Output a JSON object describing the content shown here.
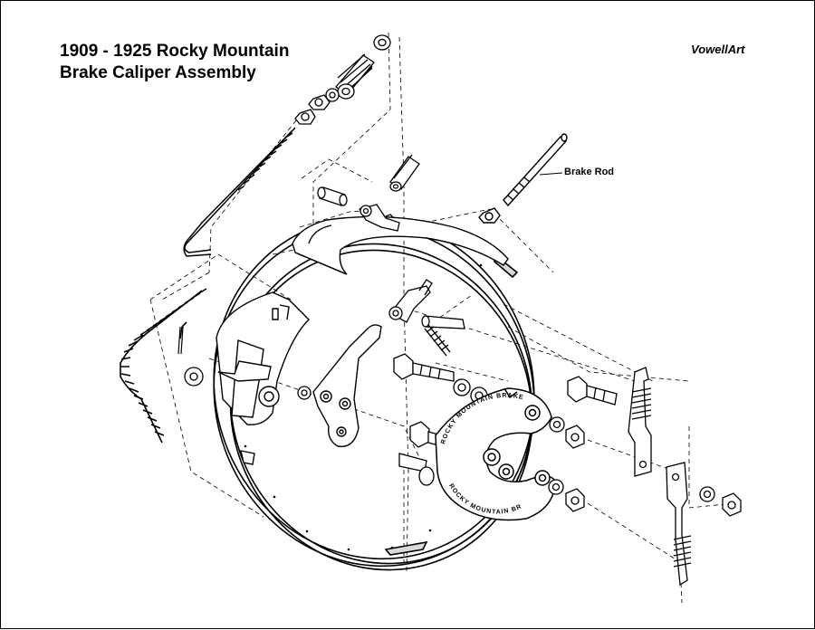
{
  "title": {
    "line1": "1909 - 1925 Rocky Mountain",
    "line2": "Brake Caliper Assembly"
  },
  "credit": "VowellArt",
  "callouts": {
    "brake_rod": "Brake Rod"
  },
  "plate_text": {
    "upper": "ROCKY MOUNTAIN BRAKE CO.",
    "lower": "ROCKY MOUNTAIN BRAKE CO."
  },
  "colors": {
    "line": "#000000",
    "fill": "#ffffff",
    "shade": "#d9d9d9"
  }
}
